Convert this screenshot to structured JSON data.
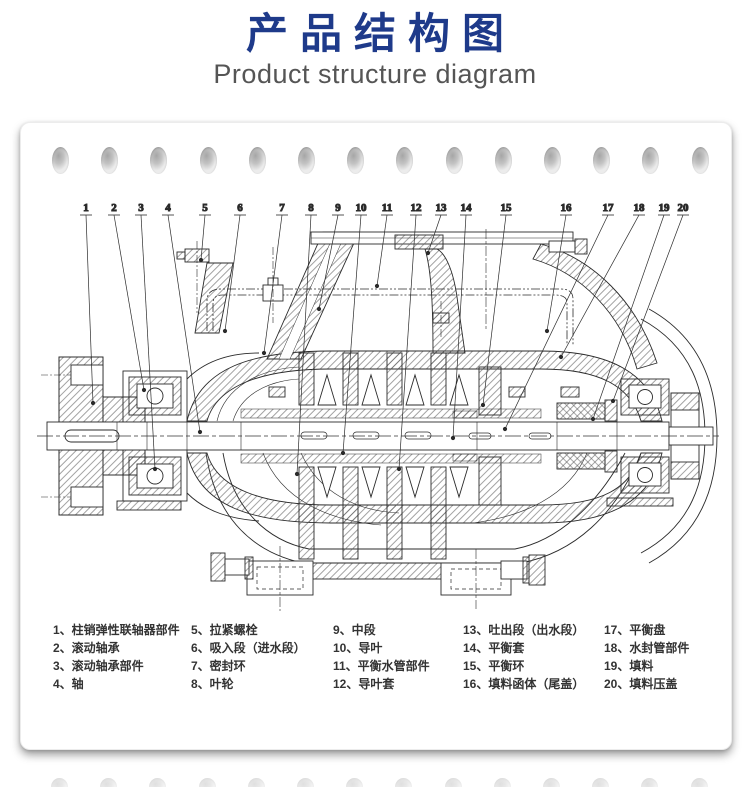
{
  "header": {
    "title_cn": "产品结构图",
    "subtitle_en": "Product structure diagram"
  },
  "colors": {
    "title_blue": "#1e3a8a",
    "subtitle_gray": "#555555",
    "legend_text": "#333333",
    "drawing_line": "#2b2b2b"
  },
  "card": {
    "binder_holes_count": 14
  },
  "diagram": {
    "callout_numbers": [
      "1",
      "2",
      "3",
      "4",
      "5",
      "6",
      "7",
      "8",
      "9",
      "10",
      "11",
      "12",
      "13",
      "14",
      "15",
      "16",
      "17",
      "18",
      "19",
      "20"
    ]
  },
  "legend": {
    "columns": [
      [
        "1、柱销弹性联轴器部件",
        "2、滚动轴承",
        "3、滚动轴承部件",
        "4、轴"
      ],
      [
        "5、拉紧螺栓",
        "6、吸入段（进水段）",
        "7、密封环",
        "8、叶轮"
      ],
      [
        "9、中段",
        "10、导叶",
        "11、平衡水管部件",
        "12、导叶套"
      ],
      [
        "13、吐出段（出水段）",
        "14、平衡套",
        "15、平衡环",
        "16、填料函体（尾盖）"
      ],
      [
        "17、平衡盘",
        "18、水封管部件",
        "19、填料",
        "20、填料压盖"
      ]
    ]
  }
}
